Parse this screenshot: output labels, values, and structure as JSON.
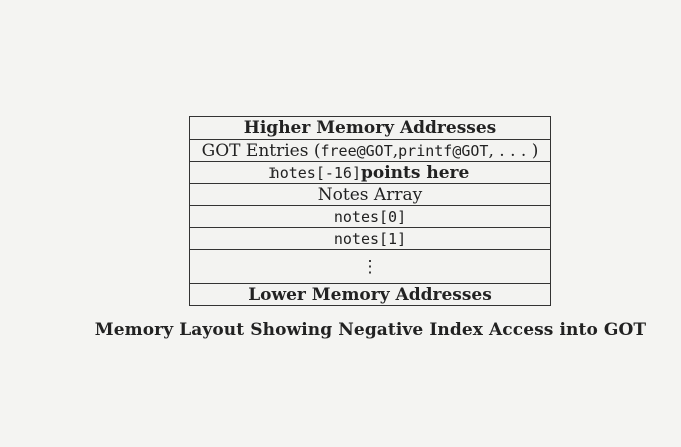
{
  "diagram": {
    "rows": [
      {
        "id": "higher",
        "parts": [
          {
            "text": "Higher Memory Addresses",
            "style": "bold"
          }
        ]
      },
      {
        "id": "got",
        "parts": [
          {
            "text": "GOT Entries (",
            "style": "serif"
          },
          {
            "text": "free@GOT",
            "style": "mono"
          },
          {
            "text": ", ",
            "style": "serif"
          },
          {
            "text": "printf@GOT",
            "style": "mono"
          },
          {
            "text": ", . . . )",
            "style": "serif"
          }
        ]
      },
      {
        "id": "notes-neg16",
        "parts": [
          {
            "text": "notes[-16]",
            "style": "mono"
          },
          {
            "text": " points here",
            "style": "bold"
          }
        ]
      },
      {
        "id": "notes-array",
        "parts": [
          {
            "text": "Notes Array",
            "style": "serif"
          }
        ]
      },
      {
        "id": "notes0",
        "parts": [
          {
            "text": "notes[0]",
            "style": "mono"
          }
        ]
      },
      {
        "id": "notes1",
        "parts": [
          {
            "text": "notes[1]",
            "style": "mono"
          }
        ]
      },
      {
        "id": "ellipsis",
        "tall": true,
        "parts": [
          {
            "text": "⋮",
            "style": "serif"
          }
        ]
      },
      {
        "id": "lower",
        "parts": [
          {
            "text": "Lower Memory Addresses",
            "style": "bold"
          }
        ]
      }
    ],
    "caption": "Memory Layout Showing Negative Index Access into GOT"
  }
}
